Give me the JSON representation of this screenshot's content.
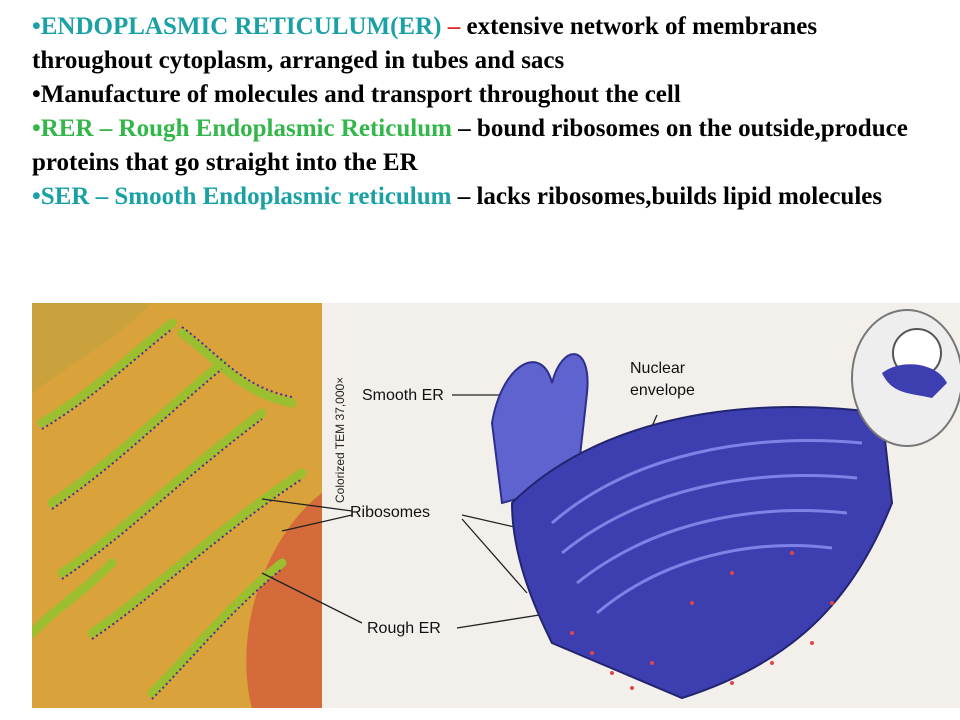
{
  "bullets": [
    {
      "lead": "•ENDOPLASMIC RETICULUM(ER) ",
      "lead_color": "teal",
      "dash": "–",
      "rest": " extensive network of membranes throughout cytoplasm, arranged in tubes and sacs"
    },
    {
      "lead": "•",
      "lead_color": "black",
      "dash": "",
      "rest": "Manufacture of molecules and transport throughout the cell"
    },
    {
      "lead": "•RER – Rough Endoplasmic Reticulum",
      "lead_color": "green",
      "dash": "",
      "rest": " – bound ribosomes on the outside,produce proteins that go straight into the ER"
    },
    {
      "lead": "•SER – Smooth Endoplasmic reticulum",
      "lead_color": "teal",
      "dash": "",
      "rest": " – lacks ribosomes,builds lipid molecules"
    }
  ],
  "figure": {
    "tem_label": "Colorized TEM 37,000×",
    "labels": {
      "smooth_er": "Smooth ER",
      "ribosomes": "Ribosomes",
      "rough_er": "Rough ER",
      "nuclear_line1": "Nuclear",
      "nuclear_line2": "envelope"
    },
    "colors": {
      "micrograph_bg": "#d9a23a",
      "er_membrane": "#9bbf2e",
      "ribosome": "#4b2f8f",
      "nucleus": "#d56a3a",
      "er_diagram": "#3d3fb0",
      "diagram_dots": "#e0454a"
    }
  }
}
